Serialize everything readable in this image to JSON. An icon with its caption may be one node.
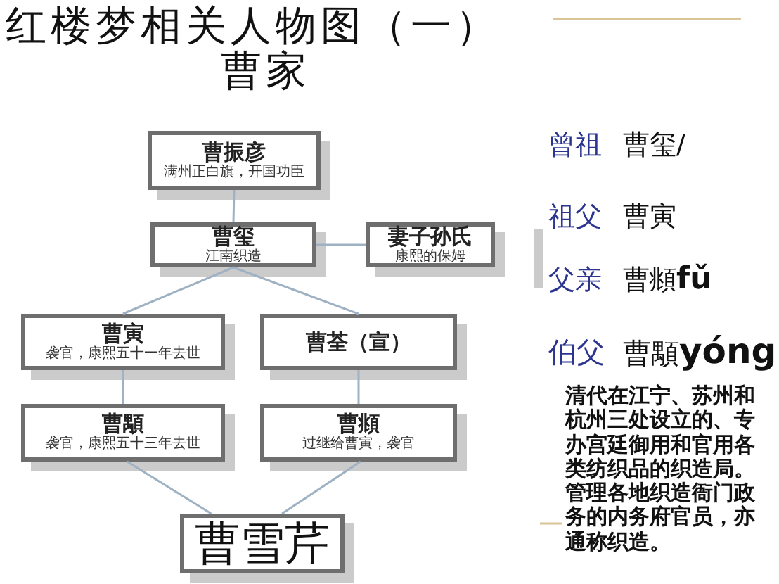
{
  "diagram": {
    "title": "红楼梦相关人物图（一）",
    "nodes": [
      {
        "text": [
          "曹振彦",
          "满州正白旗，开国功臣"
        ]
      },
      {
        "text": [
          "曹玺",
          "江南织造"
        ]
      },
      {
        "text": [
          "妻子孙氏",
          "康熙的保姆"
        ]
      },
      {
        "text": [
          "曹寅",
          "袭官，康熙五十一年去世"
        ]
      },
      {
        "text": [
          "曹荃（宣）"
        ]
      },
      {
        "text": [
          "曹顒",
          "袭官，康熙五十三年去世"
        ]
      },
      {
        "text": [
          "曹頫",
          "过继给曹寅，袭官"
        ]
      },
      {
        "text": [
          "曹雪芹"
        ]
      }
    ],
    "edges": [
      {
        "from": 0,
        "to": 1,
        "arrow": "none"
      },
      {
        "from": 1,
        "to": 2,
        "arrow": "none"
      },
      {
        "from": 1,
        "to": 3,
        "arrow": "none"
      },
      {
        "from": 1,
        "to": 4,
        "arrow": "none"
      },
      {
        "from": 3,
        "to": 5,
        "arrow": "none"
      },
      {
        "from": 4,
        "to": 6,
        "arrow": "none"
      },
      {
        "from": 5,
        "to": 7,
        "arrow": "none"
      },
      {
        "from": 6,
        "to": 7,
        "arrow": "none"
      }
    ],
    "labels": [
      "曹家",
      "曾祖",
      "曹玺/",
      "祖父",
      "曹寅",
      "父亲",
      "曹頫**fǔ**",
      "伯父",
      "曹顒**yóng**",
      "清代在江宁、苏州和杭州三处设立的、专办宫廷御用和官用各类纺织品的织造局。管理各地织造衙门政务的内务府官员，亦通称织造。"
    ]
  }
}
